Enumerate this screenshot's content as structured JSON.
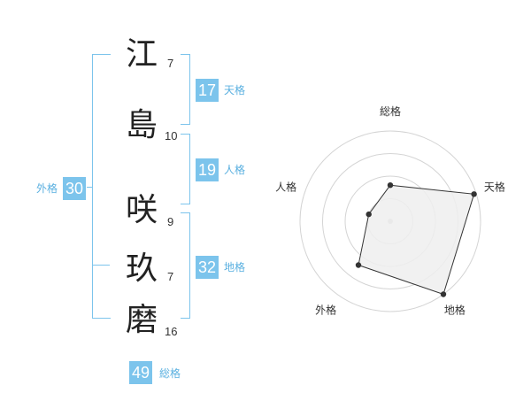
{
  "name": {
    "chars": [
      {
        "char": "江",
        "strokes": "7"
      },
      {
        "char": "島",
        "strokes": "10"
      },
      {
        "char": "咲",
        "strokes": "9"
      },
      {
        "char": "玖",
        "strokes": "7"
      },
      {
        "char": "磨",
        "strokes": "16"
      }
    ]
  },
  "fortune": {
    "tenkaku": {
      "value": "17",
      "label": "天格"
    },
    "jinkaku": {
      "value": "19",
      "label": "人格"
    },
    "chikaku": {
      "value": "32",
      "label": "地格"
    },
    "gaikaku": {
      "value": "30",
      "label": "外格"
    },
    "soukaku": {
      "value": "49",
      "label": "総格"
    }
  },
  "chart_data": {
    "type": "radar",
    "axes": [
      "総格",
      "天格",
      "地格",
      "外格",
      "人格"
    ],
    "rings": 4,
    "range": [
      0,
      4
    ],
    "series": [
      {
        "values": [
          1.6,
          3.9,
          4.0,
          2.4,
          1.0
        ]
      }
    ],
    "colors": {
      "fill": "#eeeeee",
      "stroke": "#333333",
      "grid": "#d4d4d4",
      "center": "#c8c8c8"
    }
  }
}
